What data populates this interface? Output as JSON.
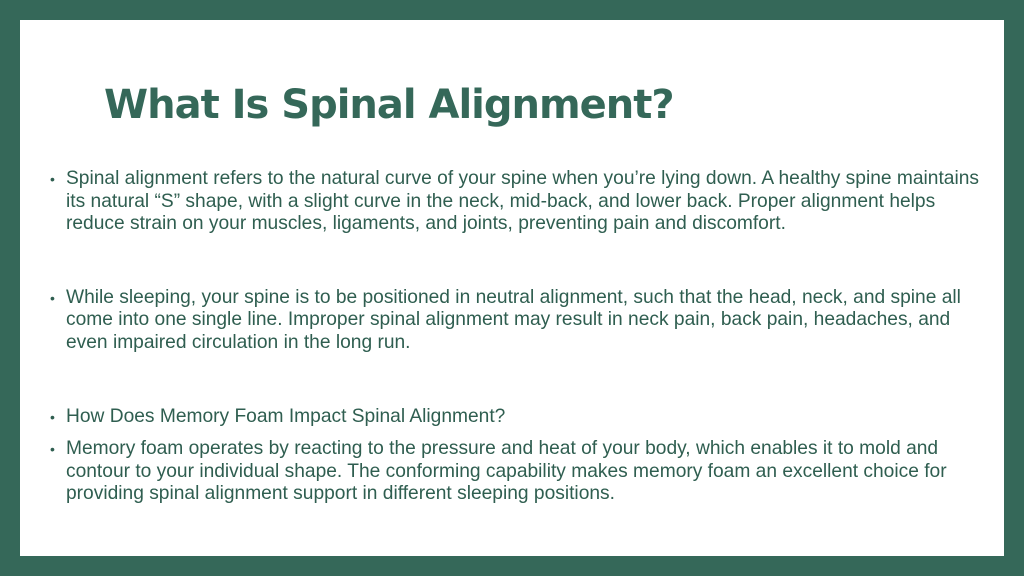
{
  "slide": {
    "title": "What Is Spinal Alignment?",
    "bullet_glyph": "•",
    "bullets": [
      "Spinal alignment refers to the natural curve of your spine when you’re lying down. A healthy spine maintains its natural “S” shape, with a slight curve in the neck, mid-back, and lower back. Proper alignment helps reduce strain on your muscles, ligaments, and joints, preventing pain and discomfort.",
      "While sleeping, your spine is to be positioned in neutral alignment, such that the head, neck, and spine all come into one single line. Improper spinal alignment may result in neck pain, back pain, headaches, and even impaired circulation in the long run.",
      "How Does Memory Foam Impact Spinal Alignment?",
      "Memory foam operates by reacting to the pressure and heat of your body, which enables it to mold and contour to your individual shape. The conforming capability makes memory foam an excellent choice for providing spinal alignment support in different sleeping positions."
    ]
  },
  "colors": {
    "frame": "#356859",
    "background": "#ffffff",
    "title": "#356859",
    "text": "#2f5e50"
  }
}
